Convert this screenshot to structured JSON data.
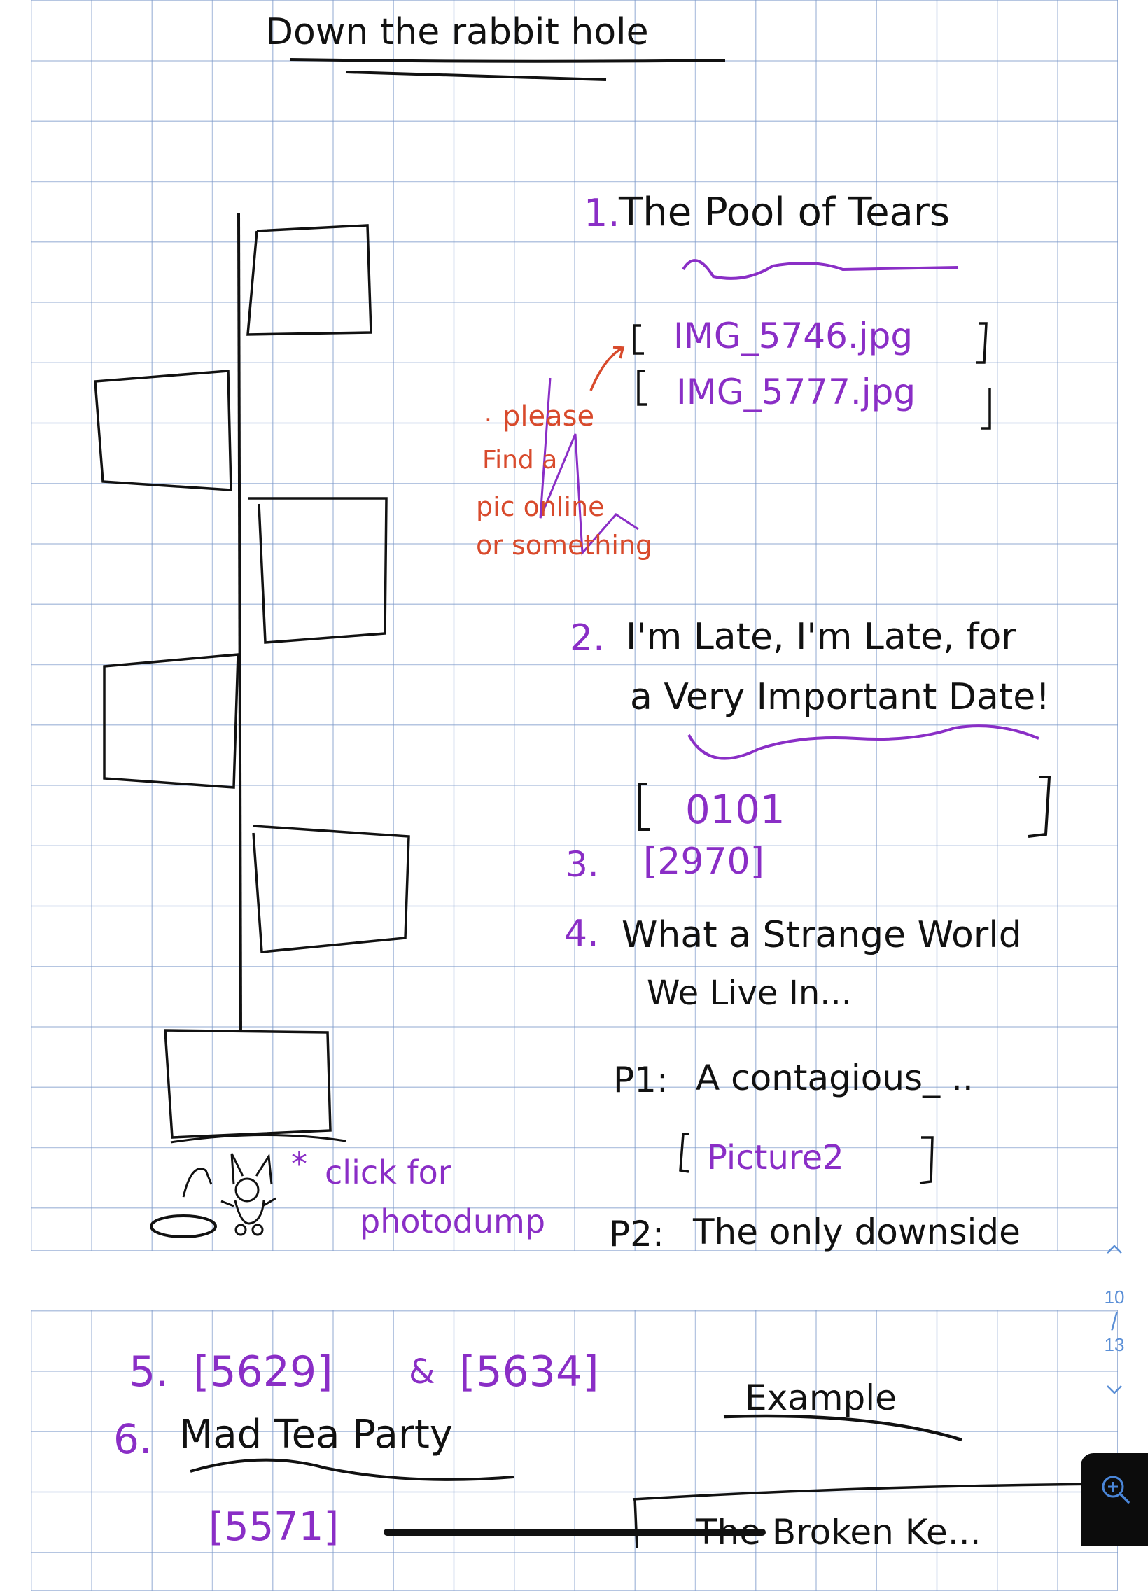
{
  "page1": {
    "title": "Down the rabbit hole",
    "item1": {
      "number": "1.",
      "title": "The Pool of Tears",
      "img_a": "IMG_5746.jpg",
      "img_b": "IMG_5777.jpg"
    },
    "red_note": {
      "bullet": "·",
      "line1": "please",
      "line2": "Find a",
      "line3": "pic online",
      "line4": "or something"
    },
    "item2": {
      "number": "2.",
      "title_line1": "I'm Late, I'm Late, for",
      "title_line2": "a Very Important Date!",
      "code": "0101"
    },
    "item3": {
      "number": "3.",
      "code": "2970"
    },
    "item4": {
      "number": "4.",
      "title_line1": "What a Strange World",
      "title_line2": "We Live In...",
      "p1_label": "P1:",
      "p1_text": "A contagious_ ..",
      "p1_link": "Picture2",
      "p2_label": "P2:",
      "p2_text": "The only downside"
    },
    "click_note": {
      "star": "*",
      "line1": "click for",
      "line2": "photodump"
    }
  },
  "page2": {
    "item5": {
      "number": "5.",
      "code_a": "5629",
      "sep": "&",
      "code_b": "5634"
    },
    "item6": {
      "number": "6.",
      "title": "Mad Tea Party",
      "code": "5571"
    },
    "example_label": "Example",
    "box_text": "The Broken Ke..."
  },
  "nav": {
    "current": "10",
    "separator": "/",
    "total": "13",
    "up_icon": "chevron-up-icon",
    "down_icon": "chevron-down-icon"
  },
  "zoom": {
    "icon": "zoom-in-icon"
  },
  "colors": {
    "ink": "#111111",
    "purple": "#8a2ec6",
    "red": "#d84a2c",
    "grid": "#7896c8",
    "nav": "#5b8fd6"
  }
}
